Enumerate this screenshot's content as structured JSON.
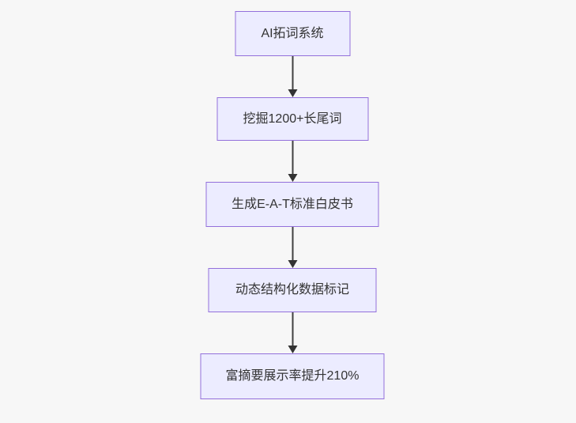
{
  "page": {
    "background_color": "#f7f7f7"
  },
  "flowchart": {
    "type": "flowchart",
    "direction": "top-down",
    "style": {
      "node_fill": "#ECECFF",
      "node_border": "#9370DB",
      "edge_color": "#333333",
      "text_color": "#333333"
    },
    "nodes": [
      {
        "id": "A",
        "label": "AI拓词系统"
      },
      {
        "id": "B",
        "label": "挖掘1200+长尾词"
      },
      {
        "id": "C",
        "label": "生成E-A-T标准白皮书"
      },
      {
        "id": "D",
        "label": "动态结构化数据标记"
      },
      {
        "id": "E",
        "label": "富摘要展示率提升210%"
      }
    ],
    "edges": [
      {
        "from": "A",
        "to": "B"
      },
      {
        "from": "B",
        "to": "C"
      },
      {
        "from": "C",
        "to": "D"
      },
      {
        "from": "D",
        "to": "E"
      }
    ]
  }
}
